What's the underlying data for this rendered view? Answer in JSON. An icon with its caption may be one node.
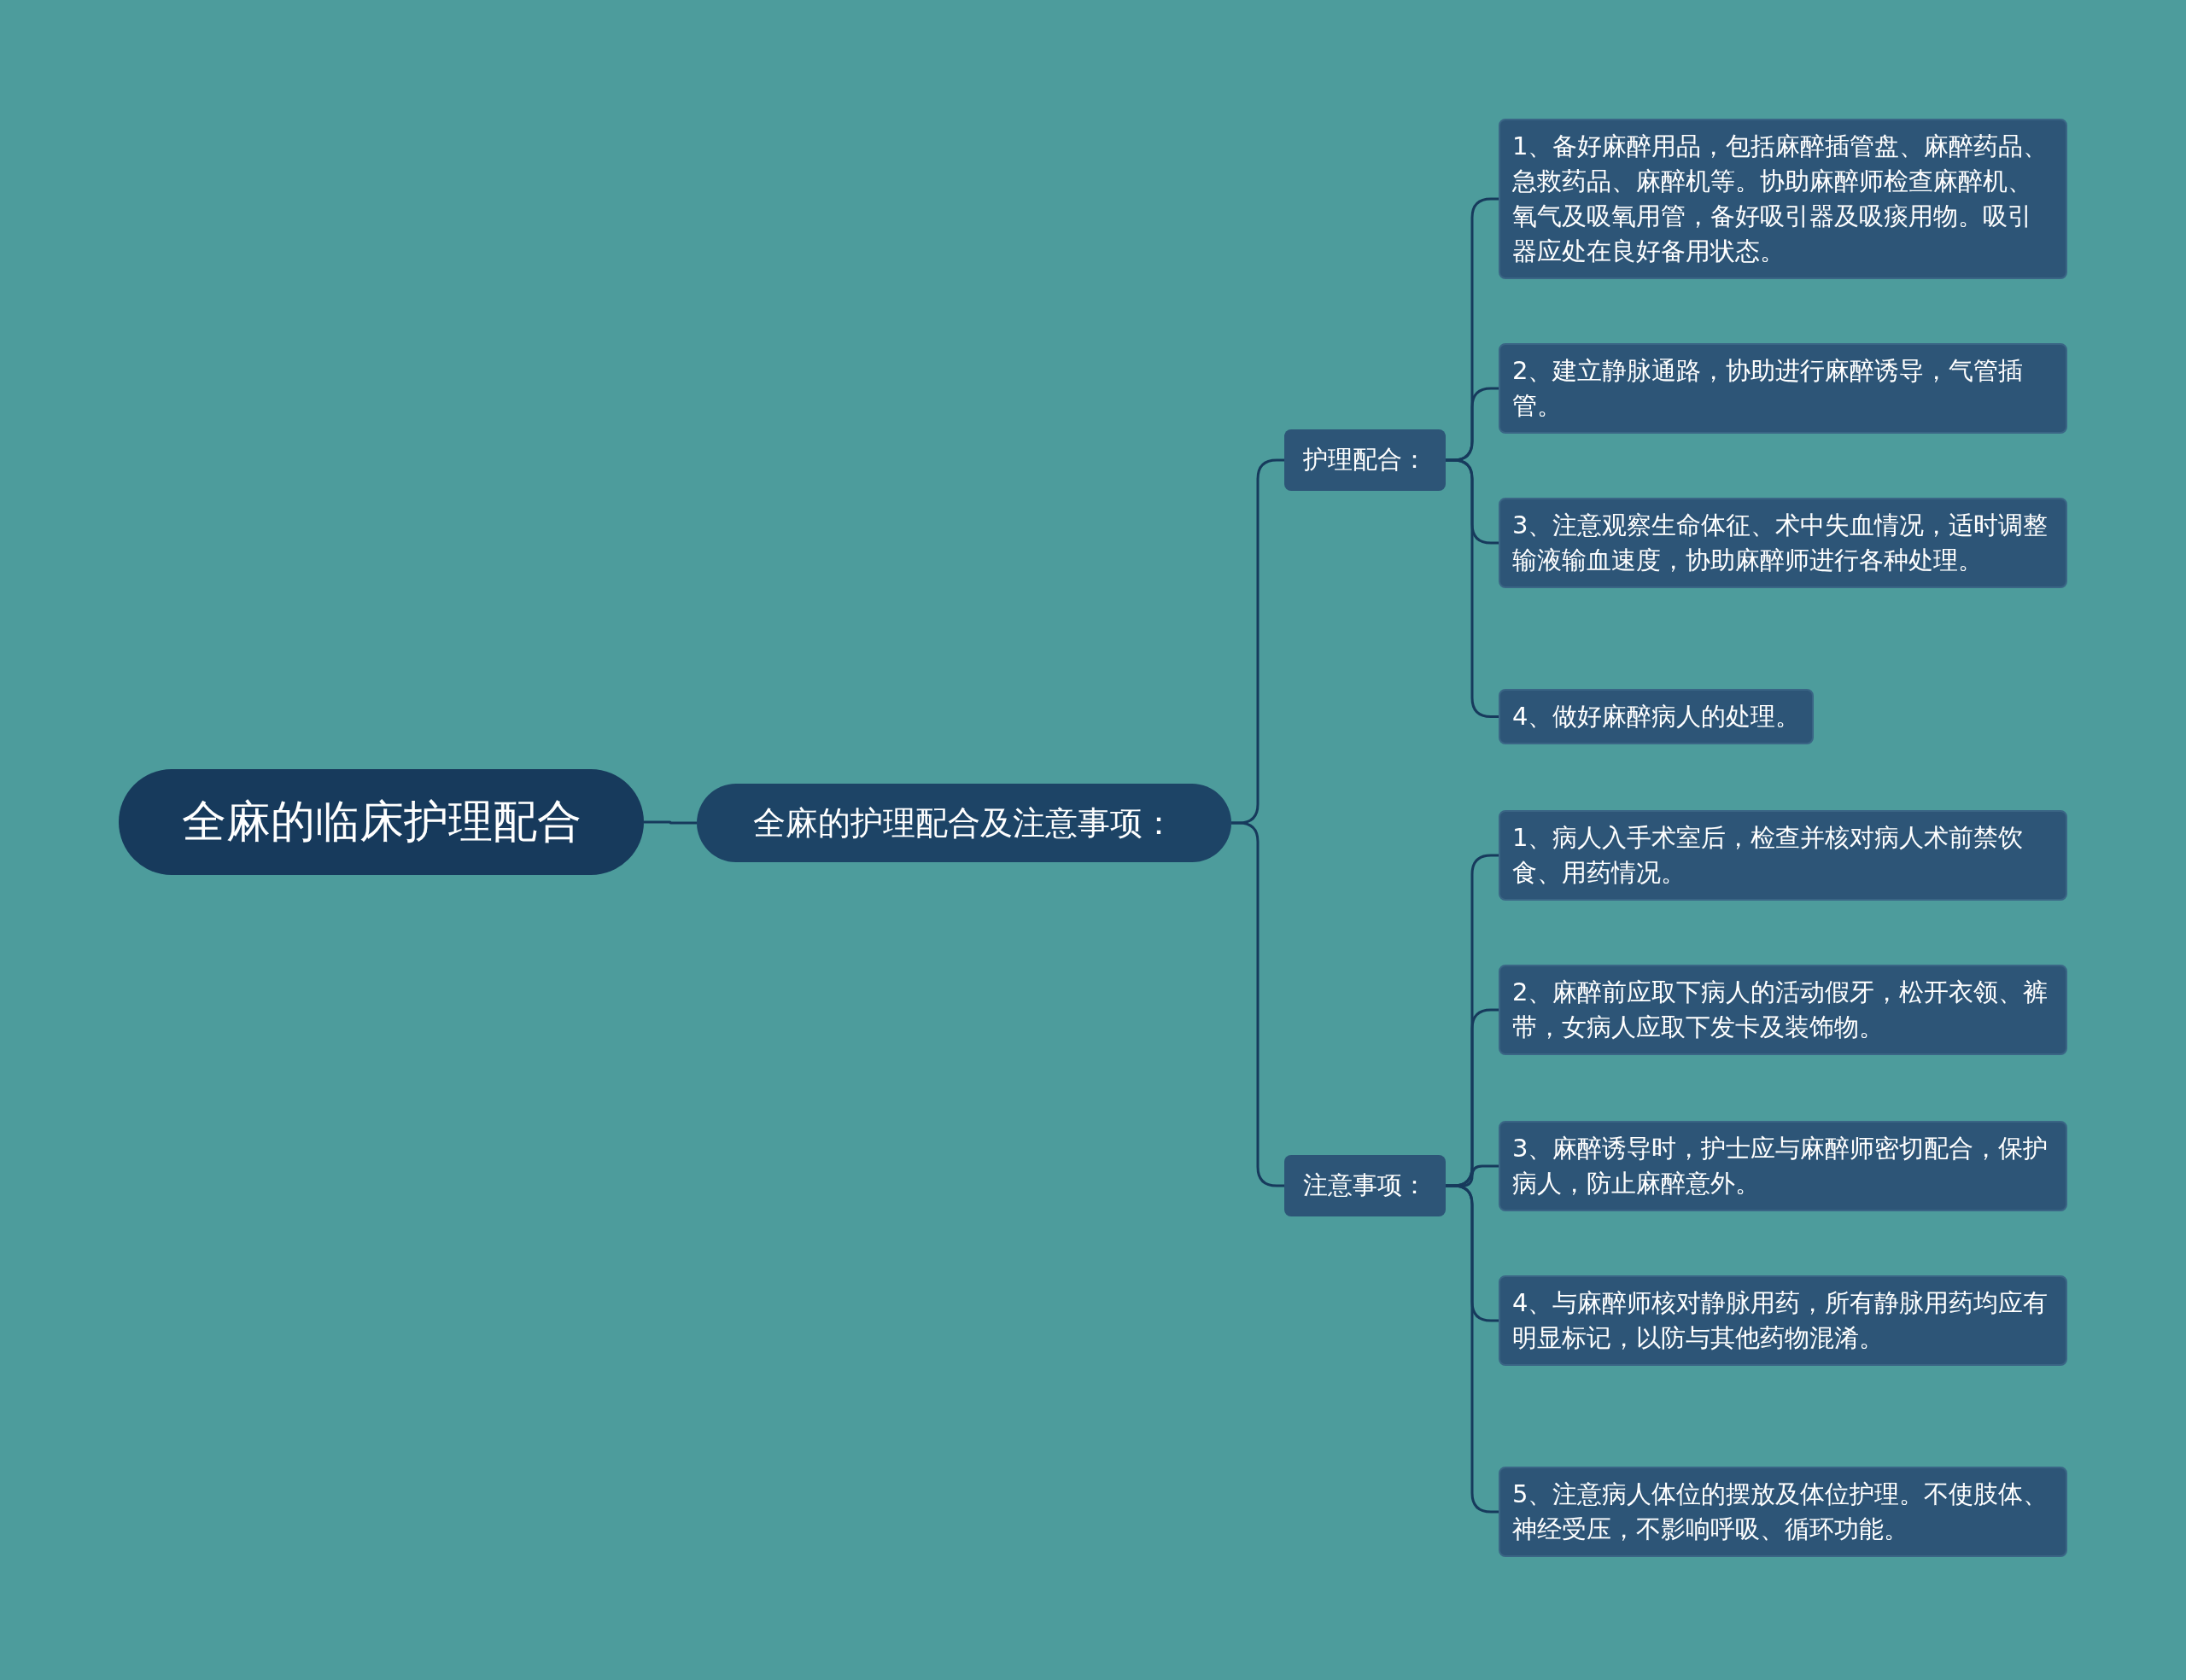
{
  "diagram": {
    "nodes": [
      {
        "text": [
          "全麻的临床护理配合"
        ]
      },
      {
        "text": [
          "全麻的护理配合及注意事项："
        ]
      },
      {
        "text": [
          "护理配合："
        ]
      },
      {
        "text": [
          "注意事项："
        ]
      },
      {
        "text": [
          "1、备好麻醉用品，包括麻醉插管盘、麻醉药品、急救药品、麻醉机等。协助麻醉师检查麻醉机、氧气及吸氧用管，备好吸引器及吸痰用物。吸引器应处在良好备用状态。"
        ]
      },
      {
        "text": [
          "2、建立静脉通路，协助进行麻醉诱导，气管插管。"
        ]
      },
      {
        "text": [
          "3、注意观察生命体征、术中失血情况，适时调整输液输血速度，协助麻醉师进行各种处理。"
        ]
      },
      {
        "text": [
          "4、做好麻醉病人的处理。"
        ]
      },
      {
        "text": [
          "1、病人入手术室后，检查并核对病人术前禁饮食、用药情况。"
        ]
      },
      {
        "text": [
          "2、麻醉前应取下病人的活动假牙，松开衣领、裤带，女病人应取下发卡及装饰物。"
        ]
      },
      {
        "text": [
          "3、麻醉诱导时，护士应与麻醉师密切配合，保护病人，防止麻醉意外。"
        ]
      },
      {
        "text": [
          "4、与麻醉师核对静脉用药，所有静脉用药均应有明显标记，以防与其他药物混淆。"
        ]
      },
      {
        "text": [
          "5、注意病人体位的摆放及体位护理。不使肢体、神经受压，不影响呼吸、循环功能。"
        ]
      }
    ],
    "edges": [
      {
        "from": 0,
        "to": 1,
        "arrow": "none"
      },
      {
        "from": 1,
        "to": 2,
        "arrow": "none"
      },
      {
        "from": 1,
        "to": 3,
        "arrow": "none"
      },
      {
        "from": 2,
        "to": 4,
        "arrow": "none"
      },
      {
        "from": 2,
        "to": 5,
        "arrow": "none"
      },
      {
        "from": 2,
        "to": 6,
        "arrow": "none"
      },
      {
        "from": 2,
        "to": 7,
        "arrow": "none"
      },
      {
        "from": 3,
        "to": 8,
        "arrow": "none"
      },
      {
        "from": 3,
        "to": 9,
        "arrow": "none"
      },
      {
        "from": 3,
        "to": 10,
        "arrow": "none"
      },
      {
        "from": 3,
        "to": 11,
        "arrow": "none"
      },
      {
        "from": 3,
        "to": 12,
        "arrow": "none"
      }
    ]
  }
}
